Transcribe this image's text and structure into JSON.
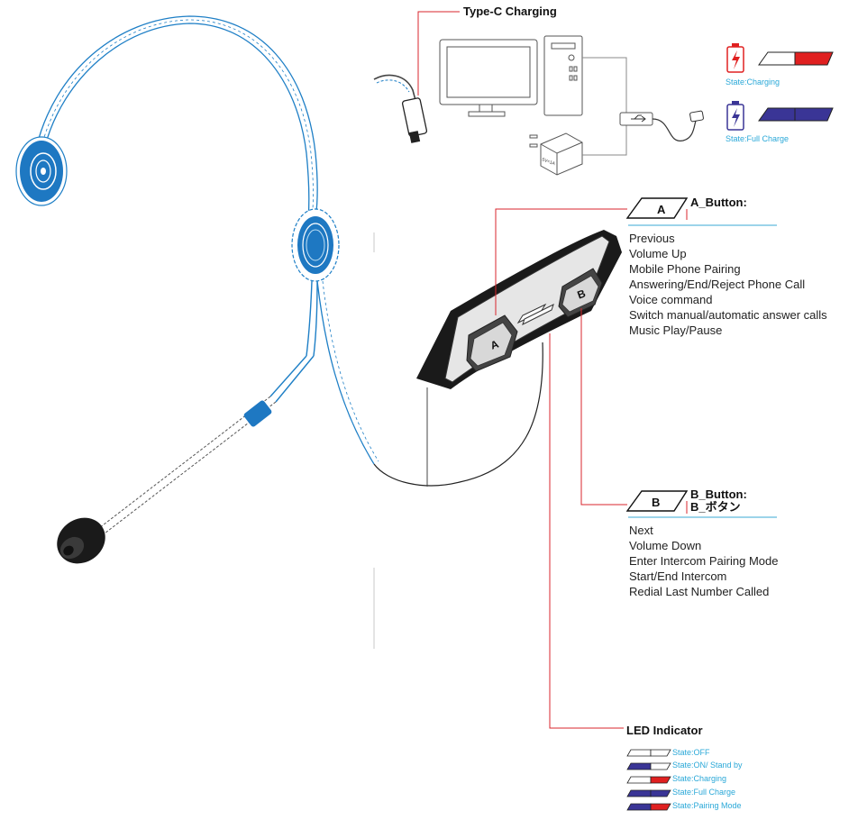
{
  "type_c": {
    "title": "Type-C Charging"
  },
  "charging_states": [
    {
      "label": "State:Charging",
      "color": "#e02020"
    },
    {
      "label": "State:Full Charge",
      "color": "#3a3596"
    }
  ],
  "adapter_text": "5V=1A",
  "button_a": {
    "key": "A",
    "title": "A_Button:",
    "functions": [
      "Previous",
      "Volume Up",
      "Mobile Phone Pairing",
      "Answering/End/Reject Phone Call",
      "Voice command",
      "Switch manual/automatic answer calls",
      "Music Play/Pause"
    ]
  },
  "button_b": {
    "key": "B",
    "title": "B_Button:",
    "subtitle": "B_ボタン",
    "functions": [
      "Next",
      "Volume Down",
      "Enter Intercom Pairing Mode",
      "Start/End Intercom",
      "Redial Last Number Called"
    ]
  },
  "led": {
    "title": "LED Indicator",
    "states": [
      {
        "label": "State:OFF",
        "left": "#ffffff",
        "right": "#ffffff"
      },
      {
        "label": "State:ON/ Stand by",
        "left": "#3a3596",
        "right": "#ffffff"
      },
      {
        "label": "State:Charging",
        "left": "#ffffff",
        "right": "#e02020"
      },
      {
        "label": "State:Full Charge",
        "left": "#3a3596",
        "right": "#3a3596"
      },
      {
        "label": "State:Pairing Mode",
        "left": "#3a3596",
        "right": "#e02020"
      }
    ]
  },
  "colors": {
    "blue_outline": "#1e7fc6",
    "blue_fill": "#1e78c2",
    "red_line": "#d8262c",
    "cyan_line": "#3aa8d6",
    "label_cyan": "#2aa8d8"
  }
}
